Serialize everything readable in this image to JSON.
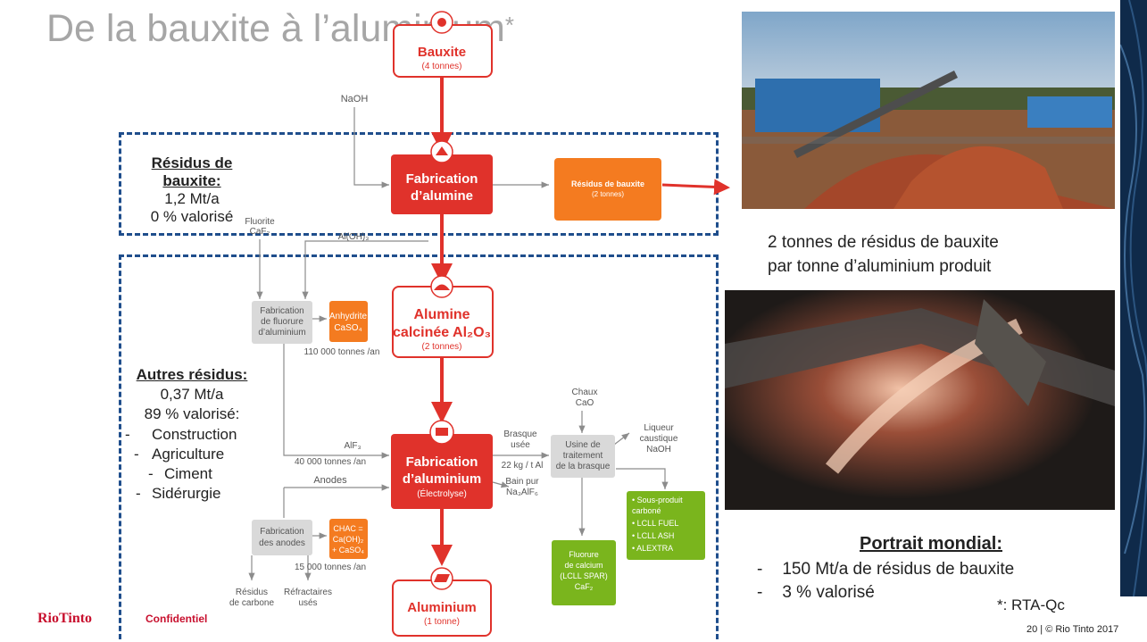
{
  "slide": {
    "title": "De la bauxite à l’aluminium",
    "title_mark": "*",
    "footnote": "*: RTA-Qc",
    "page_number": "20 | © Rio Tinto 2017",
    "logo_text": "RioTinto",
    "confidential": "Confidentiel"
  },
  "bauxite_residue": {
    "heading": "Résidus de bauxite:",
    "volume": "1,2 Mt/a",
    "valorized": "0 % valorisé"
  },
  "other_residue": {
    "heading": "Autres résidus:",
    "volume": "0,37 Mt/a",
    "valorized": "89 % valorisé:",
    "uses": [
      "Construction",
      "Agriculture",
      "Ciment",
      "Sidérurgie"
    ]
  },
  "flow": {
    "bauxite": {
      "title": "Bauxite",
      "sub": "(4 tonnes)"
    },
    "naoh": "NaOH",
    "alumina_fab": {
      "line1": "Fabrication",
      "line2": "d’alumine"
    },
    "residue_box": {
      "title": "Résidus de bauxite",
      "sub": "(2 tonnes)"
    },
    "fluorite": {
      "line1": "Fluorite",
      "line2": "CaF₂"
    },
    "aloh": "Al(OH)₃",
    "fluoride_fab": {
      "line1": "Fabrication",
      "line2": "de fluorure",
      "line3": "d’aluminium"
    },
    "anhydrite": {
      "line1": "Anhydrite",
      "line2": "CaSO₄"
    },
    "anhydrite_qty": "110 000 tonnes /an",
    "alumina": {
      "line1": "Alumine",
      "line2": "calcinée Al₂O₃",
      "sub": "(2 tonnes)"
    },
    "alf3": "AlF₃",
    "alf3_qty": "40 000 tonnes /an",
    "anodes": "Anodes",
    "aluminium_fab": {
      "line1": "Fabrication",
      "line2": "d’aluminium",
      "sub": "(Électrolyse)"
    },
    "brasque": {
      "line1": "Brasque",
      "line2": "usée"
    },
    "brasque_qty": "22 kg / t Al",
    "chaux": {
      "line1": "Chaux",
      "line2": "CaO"
    },
    "usine": {
      "line1": "Usine de",
      "line2": "traitement",
      "line3": "de la brasque"
    },
    "liqueur": {
      "line1": "Liqueur",
      "line2": "caustique",
      "line3": "NaOH"
    },
    "bain": {
      "line1": "Bain pur",
      "line2": "Na₃AlF₆"
    },
    "sousproduit": [
      "• Sous-produit",
      "  carboné",
      "• LCLL FUEL",
      "• LCLL ASH",
      "• ALEXTRA"
    ],
    "fluorure_ca": {
      "line1": "Fluorure",
      "line2": "de calcium",
      "line3": "(LCLL SPAR)",
      "line4": "CaF₂"
    },
    "anodes_fab": {
      "line1": "Fabrication",
      "line2": "des anodes"
    },
    "chac": {
      "line1": "CHAC =",
      "line2": "Ca(OH)₂",
      "line3": "+ CaSO₄"
    },
    "chac_qty": "15 000 tonnes /an",
    "residus_carbone": {
      "line1": "Résidus",
      "line2": "de carbone"
    },
    "refractaires": {
      "line1": "Réfractaires",
      "line2": "usés"
    },
    "aluminium": {
      "title": "Aluminium",
      "sub": "(1 tonne)"
    }
  },
  "caption": {
    "line1": "2 tonnes de résidus de bauxite",
    "line2": "par tonne d’aluminium produit"
  },
  "portrait": {
    "heading": "Portrait mondial:",
    "items": [
      "150 Mt/a de résidus de bauxite",
      "3 % valorisé"
    ]
  },
  "colors": {
    "red": "#e0322b",
    "orange": "#f47b20",
    "green": "#7ab51d",
    "gray": "#d9d9d9",
    "blue_dash": "#1f4e8c",
    "brand": "#c8102e"
  }
}
